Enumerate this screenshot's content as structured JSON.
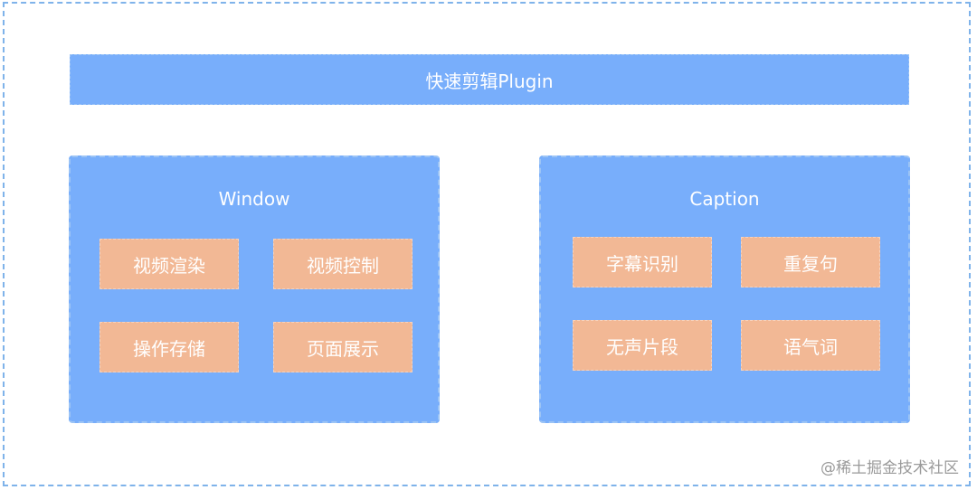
{
  "plugin": {
    "title": "快速剪辑Plugin"
  },
  "groups": [
    {
      "title": "Window",
      "modules": [
        "视频渲染",
        "视频控制",
        "操作存储",
        "页面展示"
      ]
    },
    {
      "title": "Caption",
      "modules": [
        "字幕识别",
        "重复句",
        "无声片段",
        "语气词"
      ]
    }
  ],
  "watermark": "@稀土掘金技术社区",
  "colors": {
    "container_fill": "#78aefb",
    "module_fill": "#f2b895",
    "border": "#7fb3ea",
    "text": "#ffffff"
  }
}
